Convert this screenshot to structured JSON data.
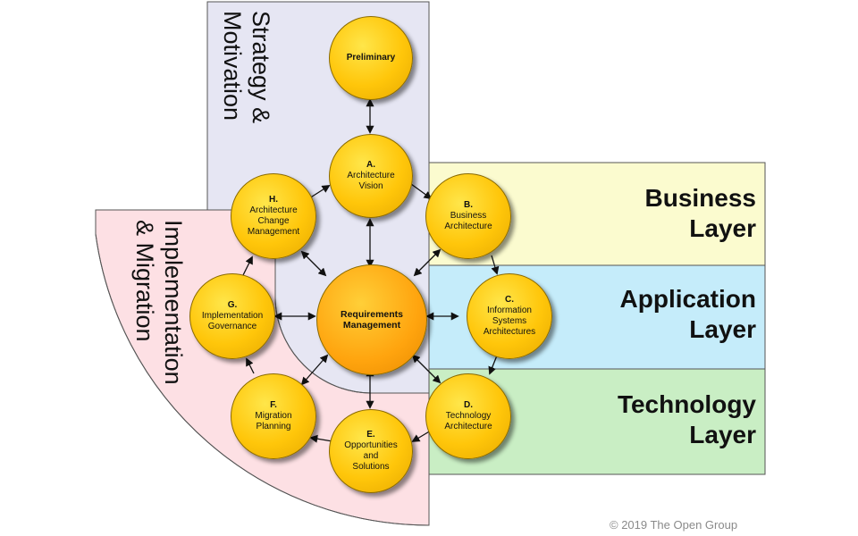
{
  "regions": {
    "strategy": {
      "label": "Strategy &\nMotivation",
      "color": "#e6e6f3"
    },
    "implementation": {
      "label": "Implementation\n& Migration",
      "color": "#fde0e4"
    },
    "business": {
      "label": "Business\nLayer",
      "color": "#fbfbcf"
    },
    "application": {
      "label": "Application\nLayer",
      "color": "#c5ecfa"
    },
    "technology": {
      "label": "Technology\nLayer",
      "color": "#c9eec4"
    }
  },
  "phases": {
    "preliminary": {
      "letter": "",
      "name": "Preliminary"
    },
    "a": {
      "letter": "A.",
      "name": "Architecture\nVision"
    },
    "b": {
      "letter": "B.",
      "name": "Business\nArchitecture"
    },
    "c": {
      "letter": "C.",
      "name": "Information\nSystems\nArchitectures"
    },
    "d": {
      "letter": "D.",
      "name": "Technology\nArchitecture"
    },
    "e": {
      "letter": "E.",
      "name": "Opportunities\nand\nSolutions"
    },
    "f": {
      "letter": "F.",
      "name": "Migration\nPlanning"
    },
    "g": {
      "letter": "G.",
      "name": "Implementation\nGovernance"
    },
    "h": {
      "letter": "H.",
      "name": "Architecture\nChange\nManagement"
    },
    "requirements": {
      "name": "Requirements\nManagement"
    }
  },
  "colors": {
    "phase": "#ffc60a",
    "center": "#ffa40e",
    "border": "#555555"
  },
  "copyright": "© 2019 The Open Group"
}
